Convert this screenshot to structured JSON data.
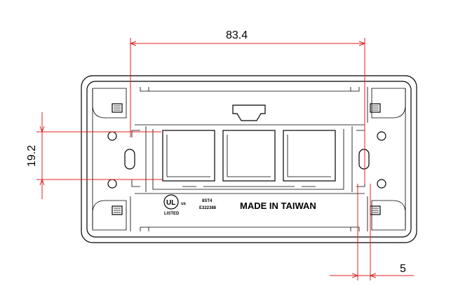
{
  "dimensions": {
    "width": "83.4",
    "height": "19.2",
    "offset": "5"
  },
  "markings": {
    "origin": "MADE IN TAIWAN",
    "cert_us": "us",
    "cert_listed": "LISTED",
    "model_line1": "8ST4",
    "model_line2": "E322388"
  },
  "colors": {
    "dimension": "#e02020",
    "line": "#000000"
  }
}
